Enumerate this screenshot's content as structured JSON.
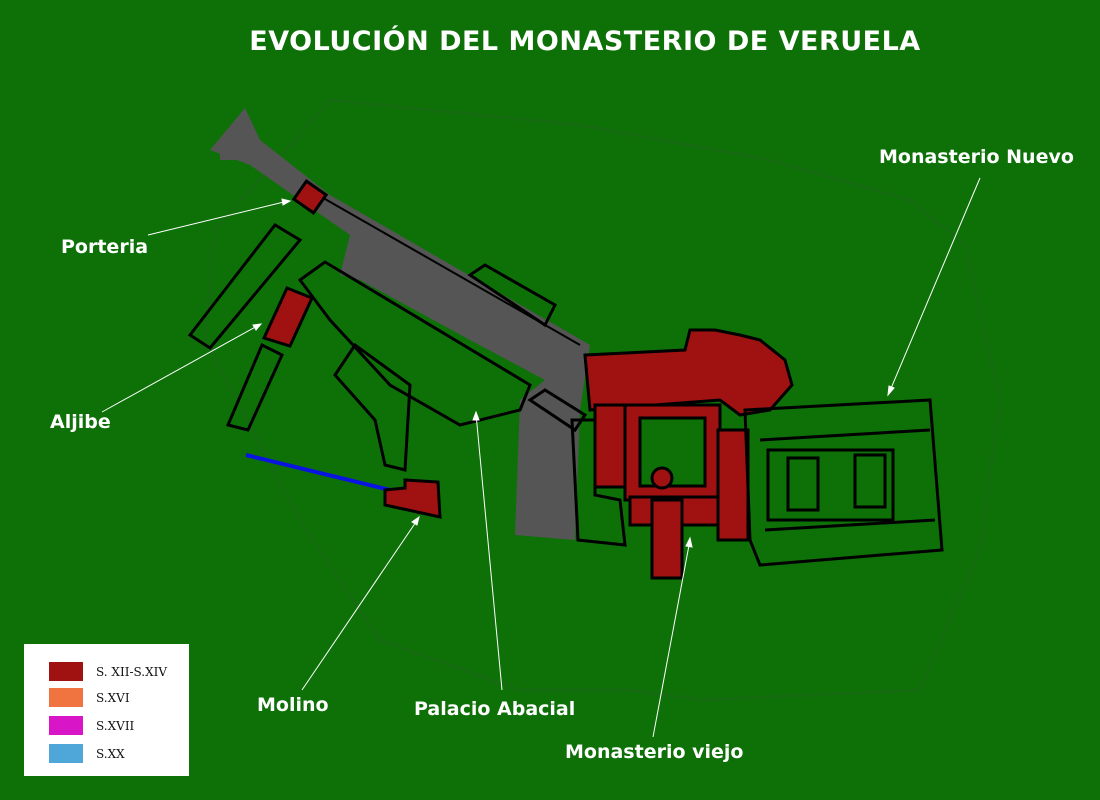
{
  "title": "EVOLUCIÓN DEL MONASTERIO DE VERUELA",
  "labels": {
    "porteria": "Porteria",
    "aljibe": "Aljibe",
    "molino": "Molino",
    "palacio": "Palacio Abacial",
    "viejo": "Monasterio viejo",
    "nuevo": "Monasterio Nuevo"
  },
  "legend": [
    {
      "label": "S. XII-S.XIV",
      "color": "#a01212"
    },
    {
      "label": "S.XVI",
      "color": "#f07440"
    },
    {
      "label": "S.XVII",
      "color": "#d816c8"
    },
    {
      "label": "S.XX",
      "color": "#4fa6d8"
    }
  ],
  "colors": {
    "background": "#0d7108",
    "road": "#555555",
    "wall": "#0a0a0a",
    "medieval": "#a01212",
    "canal": "#0a14e0"
  }
}
